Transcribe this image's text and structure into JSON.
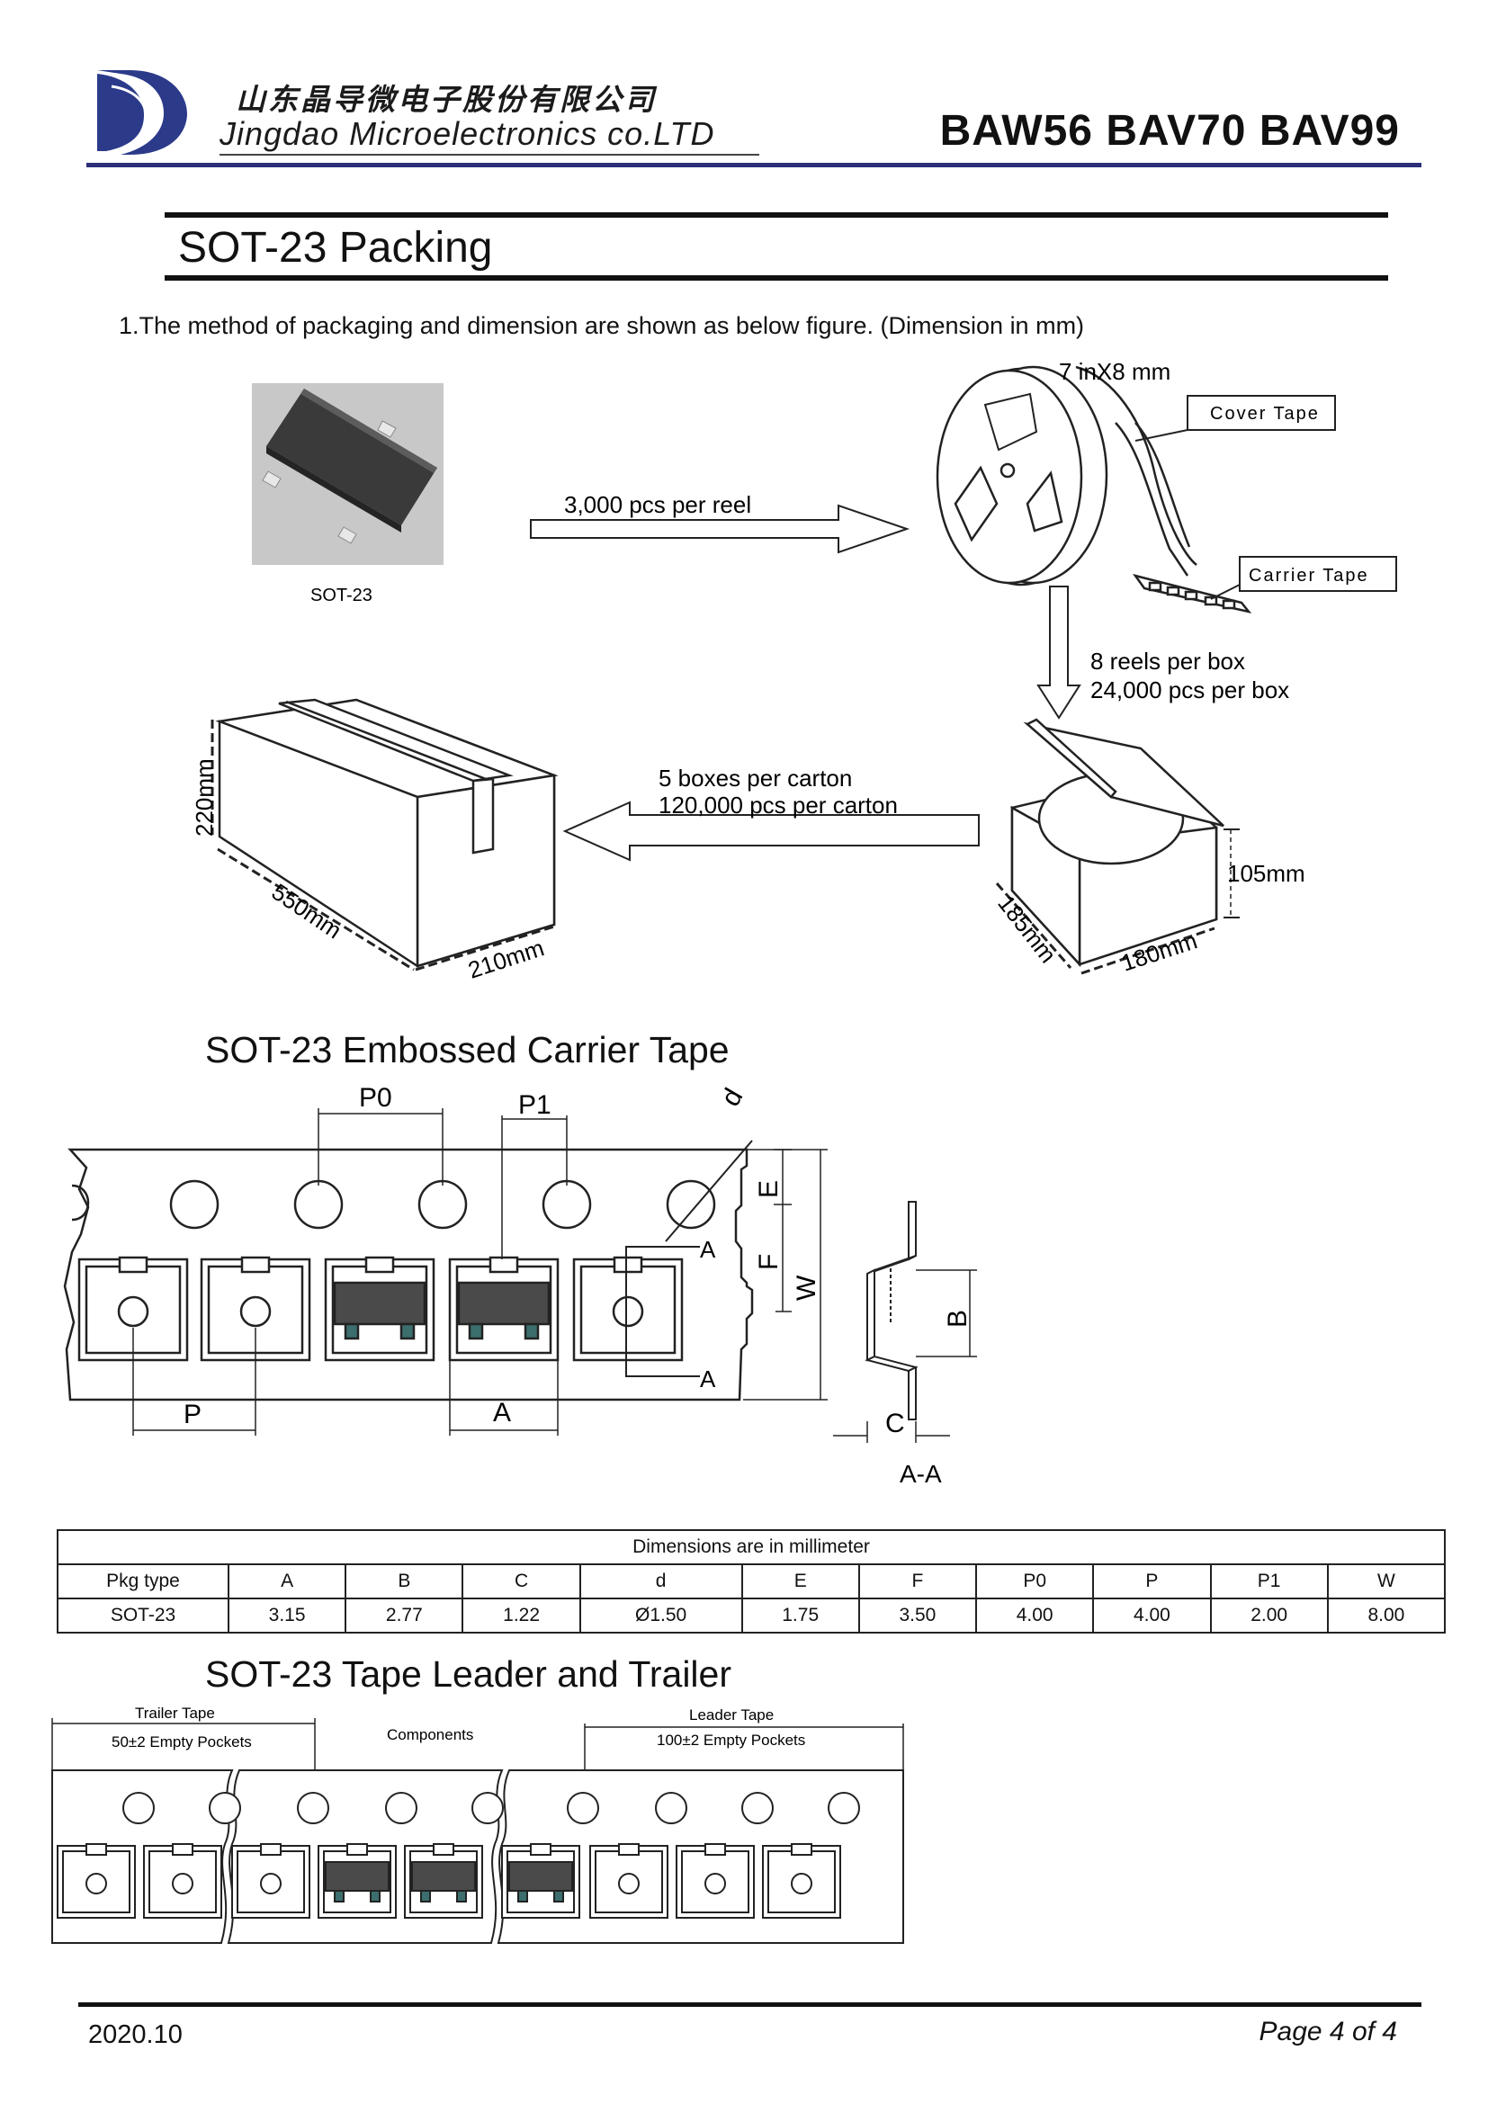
{
  "header": {
    "company_cn": "山东晶导微电子股份有限公司",
    "company_en": "Jingdao Microelectronics co.LTD",
    "part_numbers": "BAW56 BAV70 BAV99"
  },
  "section": {
    "title": "SOT-23 Packing",
    "intro": "1.The method of packaging and dimension are shown as below figure. (Dimension in mm)"
  },
  "packing_figure": {
    "component_label": "SOT-23",
    "reel_qty": "3,000 pcs per reel",
    "reel_size": "7 inX8 mm",
    "cover_tape": "Cover Tape",
    "carrier_tape": "Carrier Tape",
    "box_line1": "8 reels per box",
    "box_line2": "24,000 pcs per box",
    "carton_line1": "5 boxes per carton",
    "carton_line2": "120,000 pcs per carton",
    "carton_height": "220mm",
    "carton_length": "550mm",
    "carton_width": "210mm",
    "box_height": "105mm",
    "box_depth": "185mm",
    "box_width": "180mm"
  },
  "carrier_tape": {
    "title": "SOT-23 Embossed Carrier Tape",
    "labels": {
      "p0": "P0",
      "p1": "P1",
      "d": "d",
      "e": "E",
      "f": "F",
      "w": "W",
      "a_top": "A",
      "a_bottom": "A",
      "p": "P",
      "a_dim": "A",
      "b": "B",
      "c": "C",
      "section": "A-A"
    }
  },
  "dimensions_table": {
    "caption": "Dimensions are in millimeter",
    "headers": [
      "Pkg type",
      "A",
      "B",
      "C",
      "d",
      "E",
      "F",
      "P0",
      "P",
      "P1",
      "W"
    ],
    "row": [
      "SOT-23",
      "3.15",
      "2.77",
      "1.22",
      "Ø1.50",
      "1.75",
      "3.50",
      "4.00",
      "4.00",
      "2.00",
      "8.00"
    ]
  },
  "leader_trailer": {
    "title": "SOT-23 Tape Leader and Trailer",
    "trailer_title": "Trailer Tape",
    "trailer_pockets": "50±2 Empty Pockets",
    "components": "Components",
    "leader_title": "Leader Tape",
    "leader_pockets": "100±2 Empty Pockets"
  },
  "footer": {
    "date": "2020.10",
    "page": "Page 4 of 4"
  },
  "colors": {
    "logo_blue": "#2c3a8a",
    "header_rule": "#2c2e7a",
    "component_gray": "#4a4a4a",
    "photo_bg": "#c8c8c8"
  }
}
